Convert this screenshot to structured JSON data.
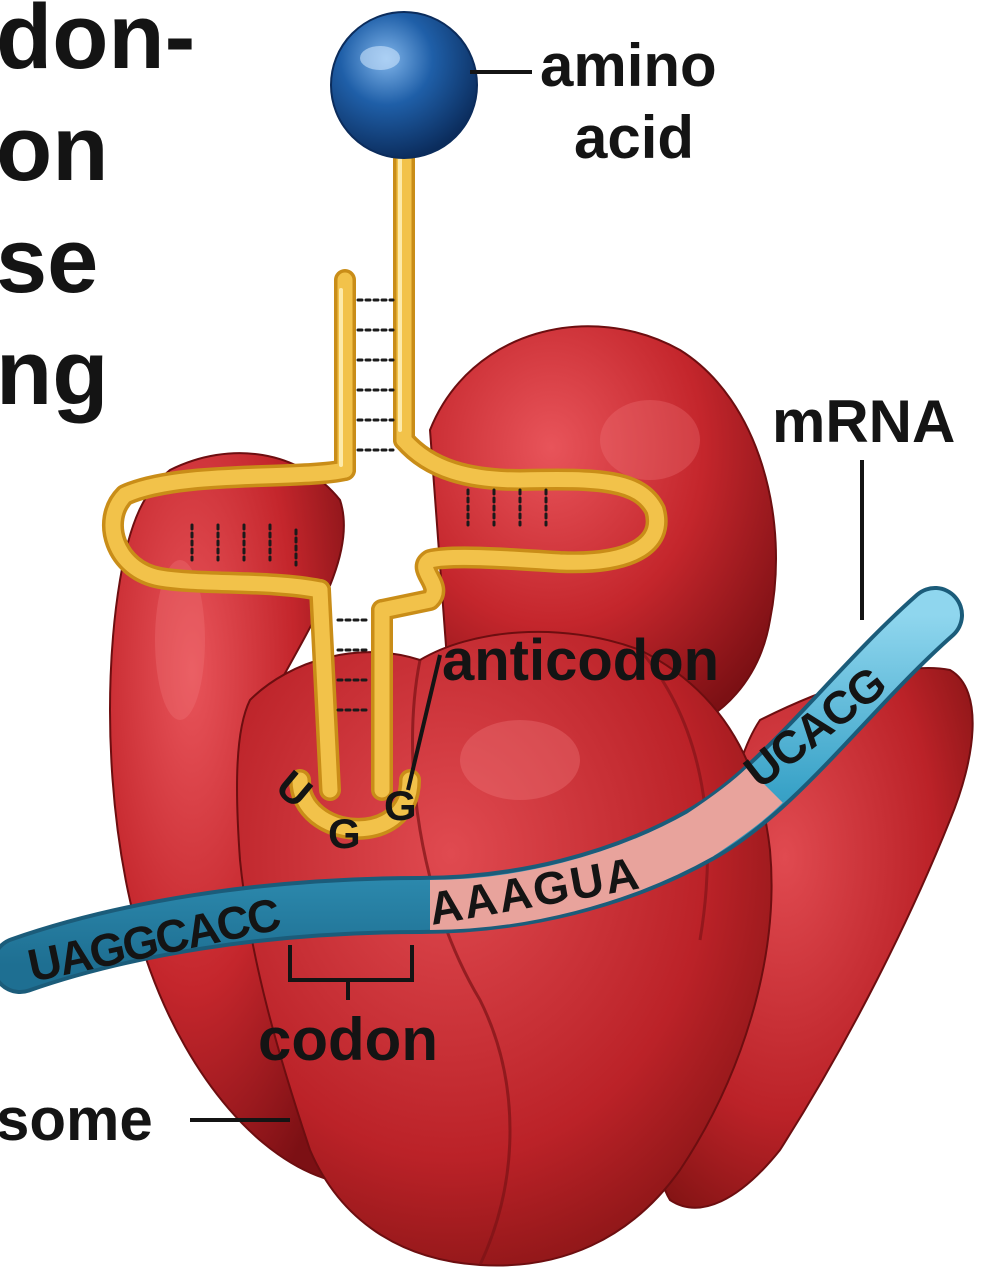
{
  "heading": {
    "lines": [
      "don-",
      "on",
      "se",
      "ng"
    ]
  },
  "labels": {
    "amino_acid_line1": "amino",
    "amino_acid_line2": "acid",
    "mrna": "mRNA",
    "anticodon": "anticodon",
    "codon": "codon",
    "ribosome_partial": "some"
  },
  "anticodon_bases": [
    "U",
    "G",
    "G"
  ],
  "mrna_sequence": {
    "left_blue": "UAGGCACC",
    "pink": "AAAGUA",
    "right_blue": "UCACG"
  },
  "colors": {
    "ribosome": "#c4262c",
    "ribosome_dark": "#8e1418",
    "trna": "#f2c24a",
    "trna_edge": "#c98d18",
    "amino_acid": "#1f5fa8",
    "mrna_blue": "#3aa3c8",
    "mrna_pink": "#e8a39c"
  }
}
